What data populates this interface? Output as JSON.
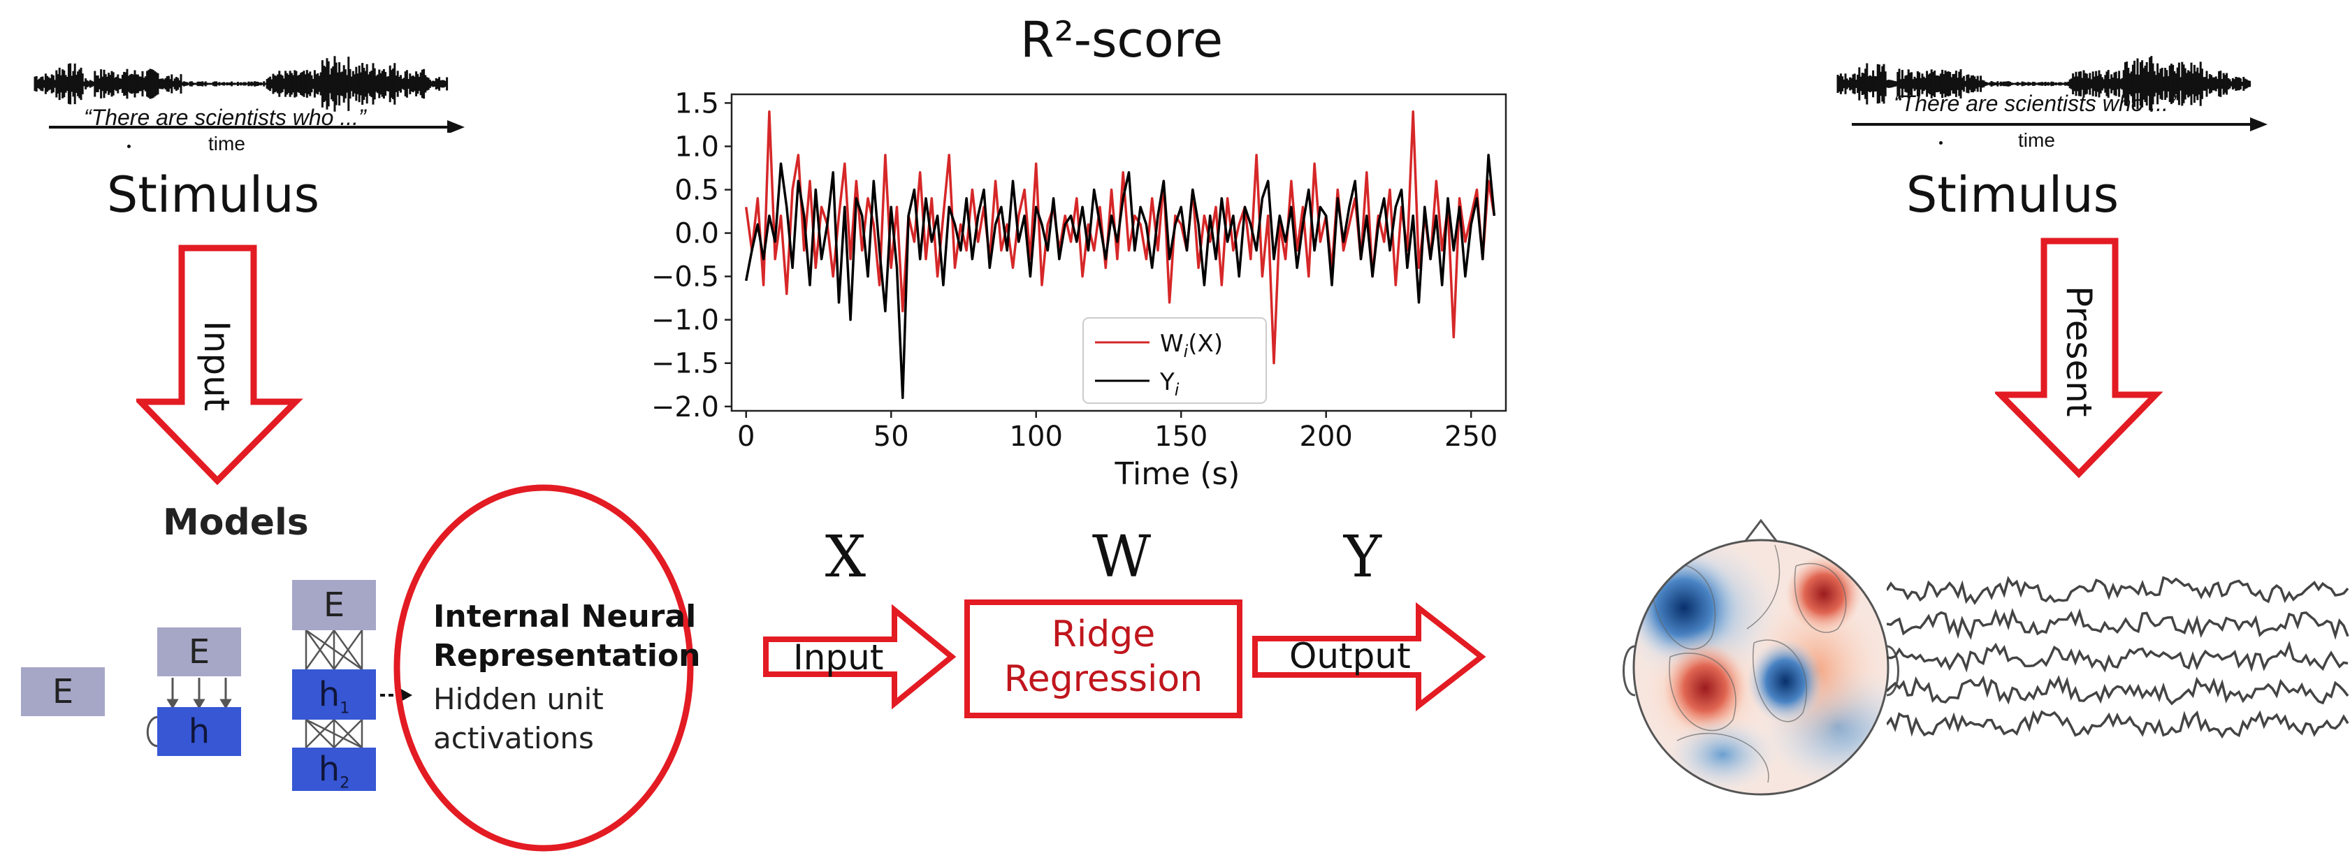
{
  "stimulus_left": {
    "quote": "“There are scientists who ...”",
    "time_label": "time",
    "label": "Stimulus"
  },
  "stimulus_right": {
    "quote": "“There are scientists who ...”",
    "time_label": "time",
    "label": "Stimulus"
  },
  "arrows": {
    "input_down": "Input",
    "present_down": "Present",
    "x_input": "Input",
    "y_output": "Output"
  },
  "models": {
    "title": "Models",
    "box_e": "E",
    "box_h": "h",
    "box_h1": "h",
    "box_h1_sub": "1",
    "box_h2": "h",
    "box_h2_sub": "2"
  },
  "representation": {
    "title_line1": "Internal Neural",
    "title_line2": "Representation",
    "desc_line1": "Hidden unit",
    "desc_line2": "activations"
  },
  "regression": {
    "var_x": "X",
    "var_w": "W",
    "var_y": "Y",
    "box_line1": "Ridge",
    "box_line2": "Regression"
  },
  "colors": {
    "red": "#e31b23",
    "regression_text": "#c0161d",
    "series_pred": "#d62728",
    "series_true": "#000000",
    "box_e": "#a6a7c7",
    "box_h": "#3757d4"
  },
  "chart_data": {
    "type": "line",
    "title": "R²-score",
    "xlabel": "Time (s)",
    "ylabel": "",
    "xlim": [
      -5,
      262
    ],
    "ylim": [
      -2.05,
      1.6
    ],
    "xticks": [
      0,
      50,
      100,
      150,
      200,
      250
    ],
    "xtick_labels": [
      "0",
      "50",
      "100",
      "150",
      "200",
      "250"
    ],
    "yticks": [
      1.5,
      1.0,
      0.5,
      0.0,
      -0.5,
      -1.0,
      -1.5,
      -2.0
    ],
    "ytick_labels": [
      "1.5",
      "1.0",
      "0.5",
      "0.0",
      "−0.5",
      "−1.0",
      "−1.5",
      "−2.0"
    ],
    "grid": false,
    "legend": {
      "placement": "lower-center"
    },
    "series": [
      {
        "name": "Wᵢ(X)",
        "legend_main": "W",
        "legend_sub": "i",
        "legend_rest": "(X)",
        "color": "#d62728",
        "x": [
          0,
          2,
          4,
          6,
          8,
          10,
          12,
          14,
          16,
          18,
          20,
          22,
          24,
          26,
          28,
          30,
          32,
          34,
          36,
          38,
          40,
          42,
          44,
          46,
          48,
          50,
          52,
          54,
          56,
          58,
          60,
          62,
          64,
          66,
          68,
          70,
          72,
          74,
          76,
          78,
          80,
          82,
          84,
          86,
          88,
          90,
          92,
          94,
          96,
          98,
          100,
          102,
          104,
          106,
          108,
          110,
          112,
          114,
          116,
          118,
          120,
          122,
          124,
          126,
          128,
          130,
          132,
          134,
          136,
          138,
          140,
          142,
          144,
          146,
          148,
          150,
          152,
          154,
          156,
          158,
          160,
          162,
          164,
          166,
          168,
          170,
          172,
          174,
          176,
          178,
          180,
          182,
          184,
          186,
          188,
          190,
          192,
          194,
          196,
          198,
          200,
          202,
          204,
          206,
          208,
          210,
          212,
          214,
          216,
          218,
          220,
          222,
          224,
          226,
          228,
          230,
          232,
          234,
          236,
          238,
          240,
          242,
          244,
          246,
          248,
          250,
          252,
          254,
          256,
          258
        ],
        "y": [
          0.3,
          -0.2,
          0.4,
          -0.6,
          1.4,
          -0.3,
          0.2,
          -0.7,
          0.5,
          0.9,
          -0.2,
          0.6,
          -0.4,
          0.3,
          0.1,
          -0.5,
          0.2,
          0.8,
          -0.3,
          0.6,
          -0.2,
          0.4,
          0.1,
          -0.6,
          0.9,
          -0.4,
          0.3,
          -0.9,
          0.2,
          -0.1,
          0.7,
          -0.3,
          0.4,
          -0.5,
          0.2,
          0.9,
          -0.4,
          0.1,
          -0.2,
          0.5,
          -0.1,
          0.3,
          -0.3,
          0.6,
          -0.2,
          0.1,
          -0.4,
          0.2,
          0.5,
          -0.3,
          0.8,
          -0.6,
          0.1,
          0.3,
          -0.2,
          0.2,
          -0.1,
          0.4,
          -0.5,
          0.1,
          -0.2,
          0.3,
          -0.4,
          0.5,
          -0.3,
          0.7,
          -0.2,
          0.2,
          0.1,
          -0.3,
          0.4,
          -0.2,
          0.6,
          -0.8,
          0.2,
          0.1,
          -0.2,
          0.5,
          -0.4,
          0.2,
          -0.1,
          0.3,
          -0.6,
          0.4,
          -0.2,
          0.1,
          0.3,
          -0.3,
          0.9,
          -0.5,
          0.2,
          -1.5,
          0.1,
          -0.3,
          0.6,
          -0.2,
          0.3,
          -0.5,
          0.8,
          -0.1,
          0.2,
          -0.4,
          0.5,
          -0.2,
          0.1,
          0.4,
          -0.3,
          0.7,
          -0.5,
          0.2,
          -0.1,
          0.5,
          -0.6,
          0.3,
          -0.2,
          1.4,
          -0.4,
          0.2,
          -0.3,
          0.6,
          -0.2,
          0.3,
          -1.2,
          0.4,
          -0.1,
          0.2,
          0.5,
          -0.3,
          0.6,
          0.2
        ]
      },
      {
        "name": "Yᵢ",
        "legend_main": "Y",
        "legend_sub": "i",
        "legend_rest": "",
        "color": "#000000",
        "x": [
          0,
          2,
          4,
          6,
          8,
          10,
          12,
          14,
          16,
          18,
          20,
          22,
          24,
          26,
          28,
          30,
          32,
          34,
          36,
          38,
          40,
          42,
          44,
          46,
          48,
          50,
          52,
          54,
          56,
          58,
          60,
          62,
          64,
          66,
          68,
          70,
          72,
          74,
          76,
          78,
          80,
          82,
          84,
          86,
          88,
          90,
          92,
          94,
          96,
          98,
          100,
          102,
          104,
          106,
          108,
          110,
          112,
          114,
          116,
          118,
          120,
          122,
          124,
          126,
          128,
          130,
          132,
          134,
          136,
          138,
          140,
          142,
          144,
          146,
          148,
          150,
          152,
          154,
          156,
          158,
          160,
          162,
          164,
          166,
          168,
          170,
          172,
          174,
          176,
          178,
          180,
          182,
          184,
          186,
          188,
          190,
          192,
          194,
          196,
          198,
          200,
          202,
          204,
          206,
          208,
          210,
          212,
          214,
          216,
          218,
          220,
          222,
          224,
          226,
          228,
          230,
          232,
          234,
          236,
          238,
          240,
          242,
          244,
          246,
          248,
          250,
          252,
          254,
          256,
          258
        ],
        "y": [
          -0.55,
          -0.2,
          0.1,
          -0.3,
          0.2,
          -0.1,
          0.8,
          0.3,
          -0.4,
          0.6,
          0.2,
          -0.6,
          0.5,
          -0.3,
          0.1,
          0.7,
          -0.8,
          0.3,
          -1.0,
          0.4,
          0.2,
          -0.5,
          0.6,
          -0.2,
          -0.9,
          0.3,
          -0.4,
          -1.9,
          0.2,
          0.5,
          -0.3,
          0.4,
          -0.1,
          0.2,
          -0.6,
          0.3,
          0.1,
          -0.2,
          0.4,
          -0.3,
          0.2,
          0.5,
          -0.4,
          0.1,
          0.3,
          -0.2,
          0.6,
          -0.1,
          0.2,
          -0.5,
          0.3,
          0.1,
          -0.2,
          0.4,
          -0.3,
          0.1,
          0.2,
          -0.1,
          0.3,
          -0.2,
          0.5,
          0.1,
          -0.3,
          0.2,
          -0.1,
          0.4,
          0.7,
          -0.2,
          0.3,
          0.1,
          -0.4,
          0.2,
          0.6,
          -0.3,
          0.1,
          0.3,
          -0.2,
          0.5,
          0.1,
          -0.6,
          0.2,
          -0.3,
          0.4,
          -0.1,
          0.2,
          -0.5,
          0.3,
          0.1,
          -0.2,
          0.4,
          0.6,
          -0.3,
          0.2,
          -0.1,
          0.3,
          -0.4,
          0.1,
          0.5,
          -0.2,
          0.3,
          0.2,
          -0.6,
          0.4,
          -0.1,
          0.3,
          0.6,
          -0.3,
          0.2,
          -0.5,
          0.1,
          0.4,
          -0.2,
          0.3,
          0.5,
          -0.4,
          0.2,
          -0.8,
          0.3,
          -0.3,
          0.2,
          -0.6,
          0.4,
          -0.2,
          0.3,
          -0.5,
          0.1,
          0.4,
          -0.3,
          0.9,
          0.2
        ]
      }
    ]
  }
}
